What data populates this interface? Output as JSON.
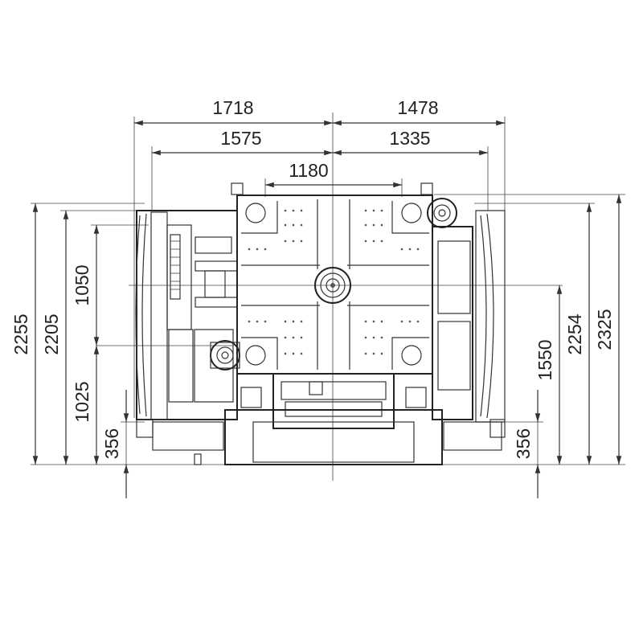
{
  "dimensions": {
    "top_1718": "1718",
    "top_1478": "1478",
    "top_1575": "1575",
    "top_1335": "1335",
    "top_1180": "1180",
    "left_2255": "2255",
    "left_2205": "2205",
    "left_1050": "1050",
    "left_1025": "1025",
    "left_356": "356",
    "right_356": "356",
    "right_1550": "1550",
    "right_2254": "2254",
    "right_2325": "2325"
  },
  "colors": {
    "line": "#333333",
    "background": "#ffffff",
    "fill": "#d9d9d9"
  }
}
